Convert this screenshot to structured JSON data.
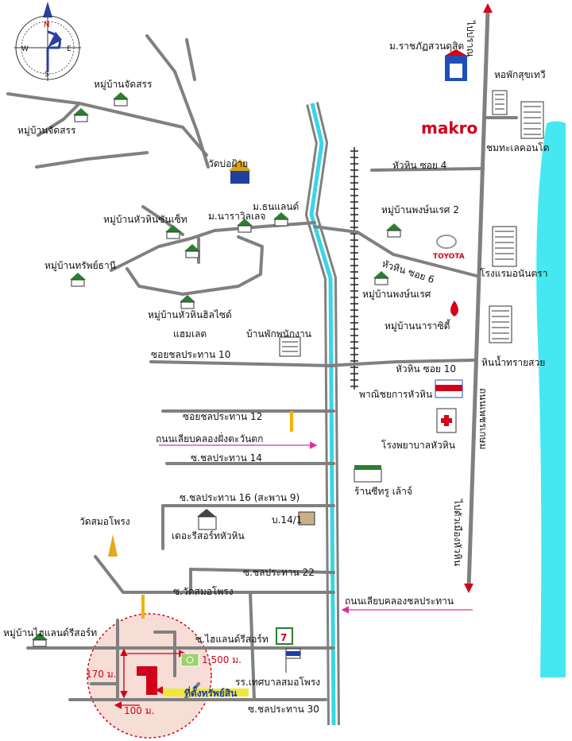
{
  "compass": {
    "n": "N",
    "s": "S",
    "e": "E",
    "w": "W"
  },
  "brand": {
    "makro": "makro",
    "toyota": "TOYOTA"
  },
  "labels": {
    "ratchaphat": "ม.ราชภัฏสวนดุสิต",
    "dorm": "หอพักสุขเทวี",
    "condo": "ชมทะเลคอนโด",
    "soi4": "หัวหิน ซอย 4",
    "phongnares2": "หมู่บ้านพงษ์นเรศ 2",
    "hotel": "โรงแรมอนันตรา",
    "soi6": "หัวหิน ซอย 6",
    "phongnares": "หมู่บ้านพงษ์นเรศ",
    "narasiri": "หมู่บ้านนาราซิตี้",
    "hinnam": "หินน้ำทรายสวย",
    "soi10": "หัวหิน ซอย 10",
    "commerce": "พาณิชยการหัวหิน",
    "hospital": "โรงพยาบาลหัวหิน",
    "petkasem": "ถนนเพชรเกษม",
    "shop": "ร้านซีทรู เล้าจ์",
    "tohuahin": "ไปตัวเมืองหัวหิน",
    "topranburi": "ไปปราณ",
    "jadsorn1": "หมู่บ้านจัดสรร",
    "jadsorn2": "หมู่บ้านจัดสรร",
    "watbophai": "วัดบ่อฝ้าย",
    "thonland": "ม.ธนแลนด์",
    "narawilet": "ม.นาราวิลเลจ",
    "huahinsunset": "หมู่บ้านหัวหินซันเซ็ท",
    "supthani": "หมู่บ้านทรัพย์ธานี",
    "hillside": "หมู่บ้านหัวหินฮิลไซด์",
    "hamlet": "แฮมเลต",
    "staffhouse": "บ้านพักพนักงาน",
    "chon10": "ซอยชลประทาน 10",
    "chon12": "ซอยชลประทาน 12",
    "canalwest": "ถนนเลียบคลองฝั่งตะวันตก",
    "chon14": "ซ.ชลประทาน 14",
    "chon16": "ซ.ชลประทาน 16 (สะพาน 9)",
    "b141": "บ.14/1",
    "resort": "เดอะรีสอร์ทหัวหิน",
    "watsamo": "วัดสมอโพรง",
    "chon22": "ซ.ชลประทาน 22",
    "soiwatsamo": "ซ.วัดสมอโพรง",
    "canalchon": "ถนนเลียบคลองชลประทาน",
    "highland": "หมู่บ้านไฮแลนด์รีสอร์ท",
    "soihighland": "ซ.ไฮแลนด์รีสอร์ท",
    "school": "รร.เทศบาลสมอโพรง",
    "dist1500": "1,500 ม.",
    "dist170": "170 ม.",
    "dist100": "100 ม.",
    "property": "ที่ตั้งทรัพย์สิน",
    "chon30": "ซ.ชลประทาน 30",
    "seven": "7"
  },
  "colors": {
    "road": "#808080",
    "canal": "#38d6e6",
    "sea": "#45e8f0",
    "highlight": "#d0021b",
    "arrow": "#e0309a"
  }
}
